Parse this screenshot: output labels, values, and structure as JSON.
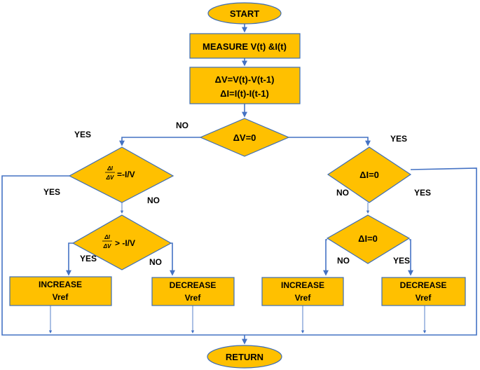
{
  "nodes": {
    "start": "START",
    "measure": "MEASURE V(t) &I(t)",
    "delta_v": "ΔV=V(t)-V(t-1)",
    "delta_i": "ΔI=I(t)-I(t-1)",
    "dv_zero": "ΔV=0",
    "frac_num": "ΔI",
    "frac_den": "ΔV",
    "cond_eq": "=-I/V",
    "cond_gt": "> -I/V",
    "di_zero_top": "ΔI=0",
    "di_zero_bottom": "ΔI=0",
    "increase_line1": "INCREASE",
    "decrease_line1": "DECREASE",
    "vref": "Vref",
    "return": "RETURN"
  },
  "edge_labels": {
    "yes": "YES",
    "no": "NO"
  },
  "colors": {
    "box_fill": "#ffc000",
    "box_border": "#3d6db4",
    "arrow": "#4472c4"
  }
}
